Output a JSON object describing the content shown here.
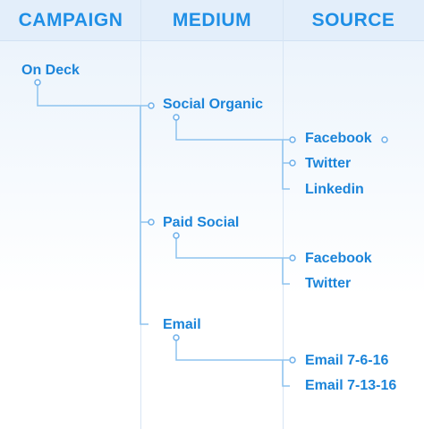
{
  "headers": {
    "campaign": "CAMPAIGN",
    "medium": "MEDIUM",
    "source": "SOURCE"
  },
  "campaign": {
    "label": "On Deck"
  },
  "mediums": [
    {
      "label": "Social Organic",
      "sources": [
        "Facebook",
        "Twitter",
        "Linkedin"
      ]
    },
    {
      "label": "Paid Social",
      "sources": [
        "Facebook",
        "Twitter"
      ]
    },
    {
      "label": "Email",
      "sources": [
        "Email 7-6-16",
        "Email 7-13-16"
      ]
    }
  ],
  "colors": {
    "accent": "#1f8fe6",
    "line": "#8ec3ef",
    "text": "#1b84d9",
    "header_bg": "#e3eefa"
  }
}
